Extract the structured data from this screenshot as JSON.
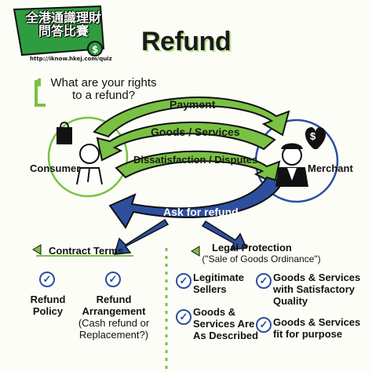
{
  "badge": {
    "title": "全港通識理財問答比賽",
    "url": "http://iknow.hkej.com/quiz"
  },
  "title": "Refund",
  "question": "What are your rights to a refund?",
  "flows": {
    "payment": "Payment",
    "goods": "Goods / Services",
    "dissatisfaction": "Dissatisfaction / Disputes",
    "ask_refund": "Ask for refund"
  },
  "parties": {
    "consumer": "Consumer",
    "merchant": "Merchant"
  },
  "contract": {
    "heading": "Contract Terms",
    "items": [
      {
        "title": "Refund Policy"
      },
      {
        "title": "Refund Arrangement",
        "sub": "(Cash refund or Replacement?)"
      }
    ]
  },
  "legal": {
    "heading": "Legal Protection",
    "subheading": "(\"Sale of Goods Ordinance\")",
    "items": [
      {
        "title": "Legitimate Sellers"
      },
      {
        "title": "Goods & Services with Satisfactory Quality"
      },
      {
        "title": "Goods & Services Are As Described"
      },
      {
        "title": "Goods & Services fit for purpose"
      }
    ]
  },
  "icons": {
    "dollar": "$",
    "check": "✓"
  },
  "colors": {
    "green": "#79c143",
    "blue": "#2d4f9e",
    "dark": "#1a1a1a"
  }
}
